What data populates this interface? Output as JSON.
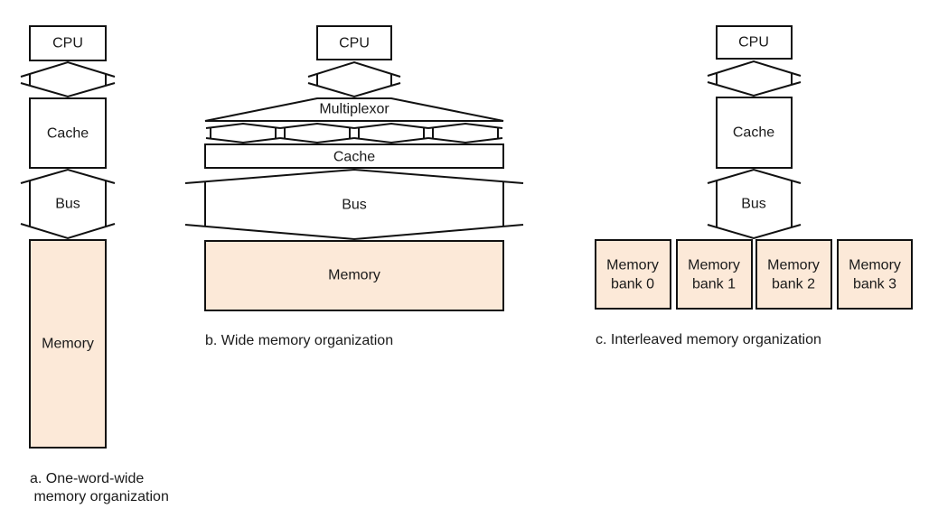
{
  "colors": {
    "memory_fill": "#fce9d8",
    "stroke": "#111111",
    "text": "#1a1a1a"
  },
  "panel_a": {
    "cpu": "CPU",
    "cache": "Cache",
    "bus": "Bus",
    "memory": "Memory",
    "caption_line1": "a. One-word-wide",
    "caption_line2": " memory organization"
  },
  "panel_b": {
    "cpu": "CPU",
    "multiplexor": "Multiplexor",
    "cache": "Cache",
    "bus": "Bus",
    "memory": "Memory",
    "caption": "b. Wide memory organization"
  },
  "panel_c": {
    "cpu": "CPU",
    "cache": "Cache",
    "bus": "Bus",
    "banks": [
      {
        "line1": "Memory",
        "line2": "bank 0"
      },
      {
        "line1": "Memory",
        "line2": "bank 1"
      },
      {
        "line1": "Memory",
        "line2": "bank 2"
      },
      {
        "line1": "Memory",
        "line2": "bank 3"
      }
    ],
    "caption": "c. Interleaved memory organization"
  }
}
